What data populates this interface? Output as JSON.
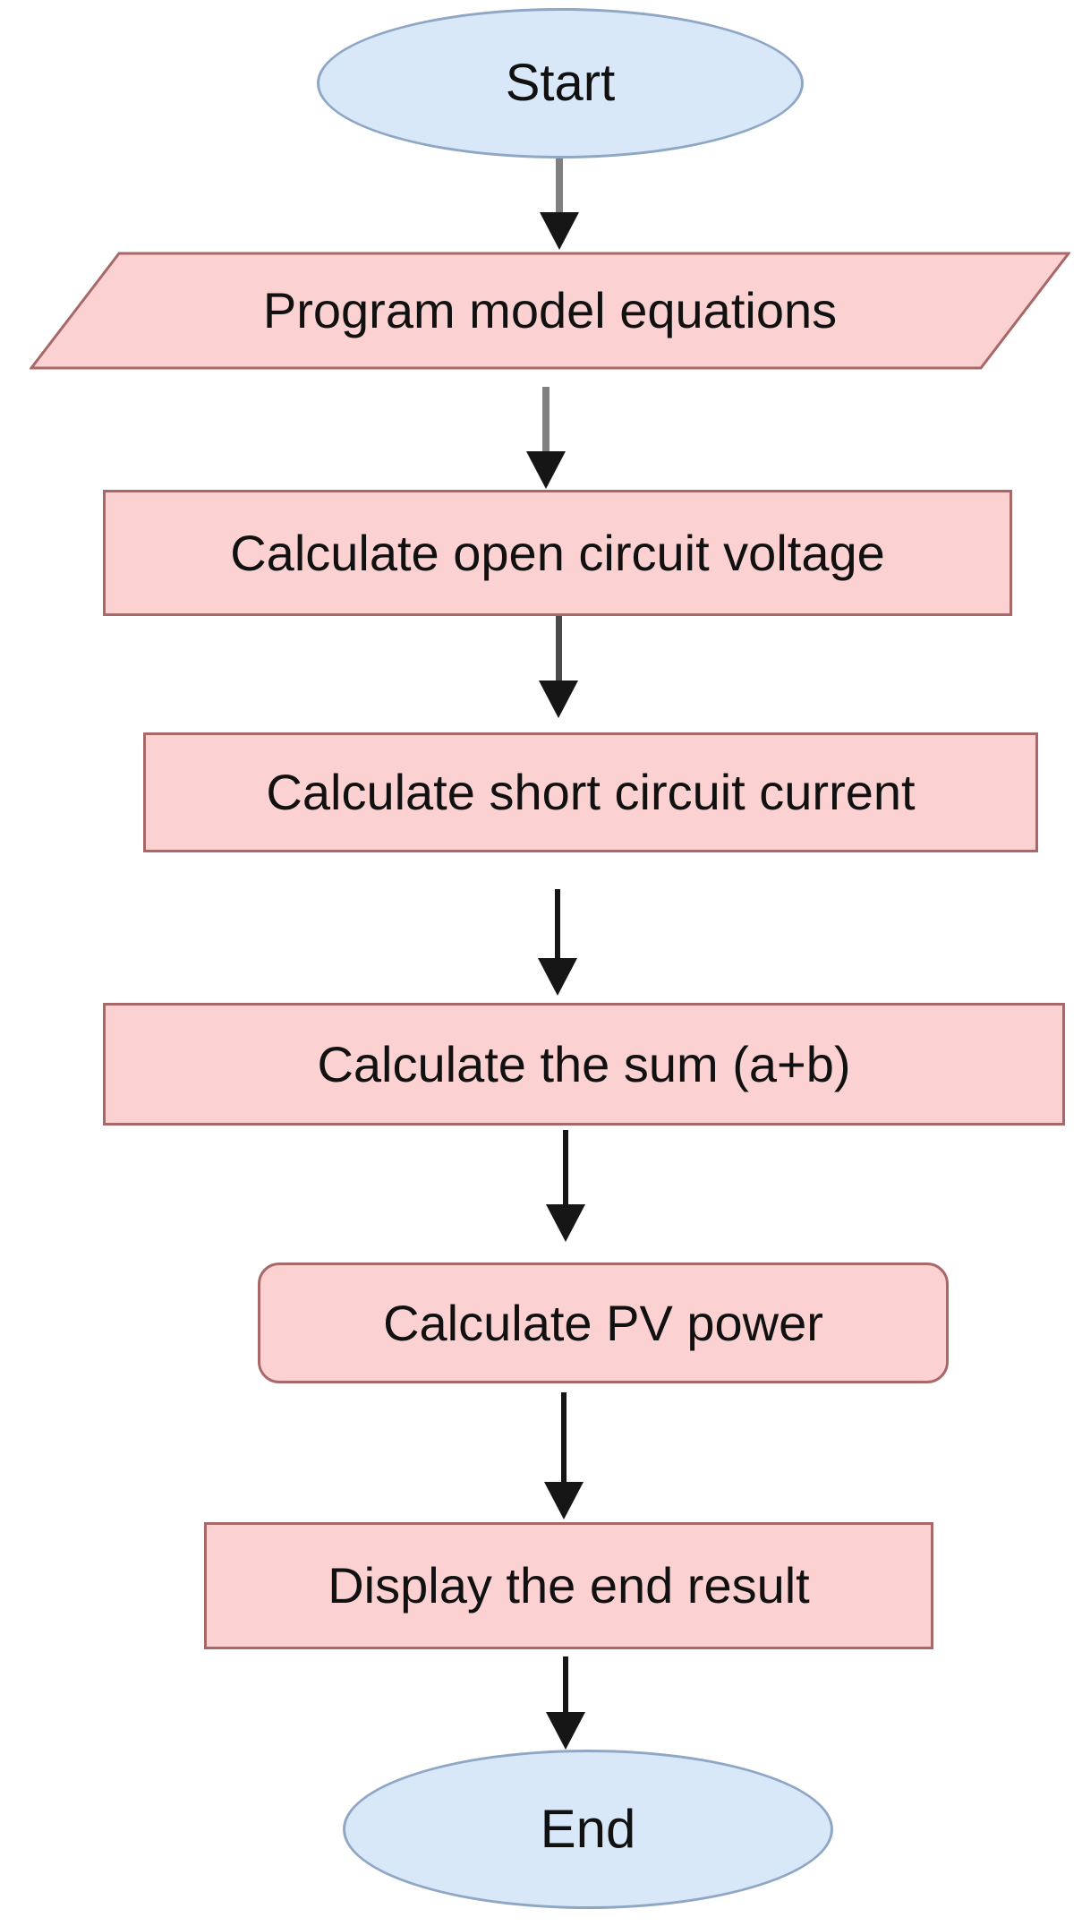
{
  "diagram": {
    "type": "flowchart",
    "nodes": [
      {
        "id": "start",
        "shape": "terminator",
        "label": "Start"
      },
      {
        "id": "program",
        "shape": "parallelogram-io",
        "label": "Program model equations"
      },
      {
        "id": "voc",
        "shape": "process-rect",
        "label": "Calculate open circuit voltage"
      },
      {
        "id": "isc",
        "shape": "process-rect",
        "label": "Calculate short circuit current"
      },
      {
        "id": "sum",
        "shape": "process-rect",
        "label": "Calculate the sum (a+b)"
      },
      {
        "id": "pv",
        "shape": "rounded-rect",
        "label": "Calculate PV power"
      },
      {
        "id": "display",
        "shape": "process-rect",
        "label": "Display the end result"
      },
      {
        "id": "end",
        "shape": "terminator",
        "label": "End"
      }
    ],
    "edges": [
      {
        "from": "start",
        "to": "program"
      },
      {
        "from": "program",
        "to": "voc"
      },
      {
        "from": "voc",
        "to": "isc"
      },
      {
        "from": "isc",
        "to": "sum"
      },
      {
        "from": "sum",
        "to": "pv"
      },
      {
        "from": "pv",
        "to": "display"
      },
      {
        "from": "display",
        "to": "end"
      }
    ],
    "colors": {
      "terminator_fill": "#d9e8f9",
      "terminator_border": "#8fa7c4",
      "process_fill": "#fcd1d1",
      "process_border": "#a86868",
      "arrow_gray": "#808080",
      "arrow_black": "#161616",
      "text": "#111111",
      "background": "#ffffff"
    }
  }
}
